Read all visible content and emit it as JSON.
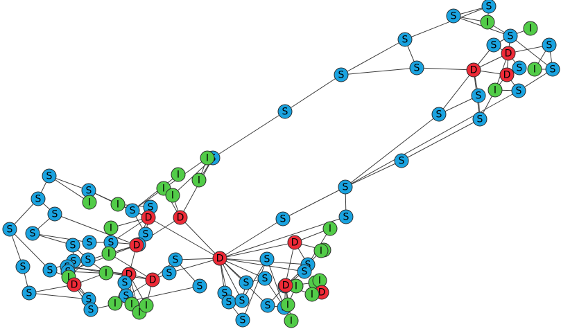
{
  "legend_colors": {
    "S": "#1aa3e0",
    "I": "#52cc48",
    "D": "#ee2a37"
  },
  "nodes": [
    {
      "id": "s_tr1",
      "label": "S"
    },
    {
      "id": "s_tr2",
      "label": "S"
    },
    {
      "id": "i_tr1",
      "label": "I"
    },
    {
      "id": "s_tr3",
      "label": "S"
    },
    {
      "id": "i_tr2",
      "label": "I"
    },
    {
      "id": "s_tr4",
      "label": "S"
    },
    {
      "id": "d_tr1",
      "label": "D"
    },
    {
      "id": "s_tr5",
      "label": "S"
    },
    {
      "id": "d_tr2",
      "label": "D"
    },
    {
      "id": "d_tr3",
      "label": "D"
    },
    {
      "id": "i_tr3",
      "label": "I"
    },
    {
      "id": "s_tr6",
      "label": "S"
    },
    {
      "id": "s_tr7",
      "label": "S"
    },
    {
      "id": "i_tr4",
      "label": "I"
    },
    {
      "id": "s_tr8",
      "label": "S"
    },
    {
      "id": "s_tr9",
      "label": "S"
    },
    {
      "id": "s_tr10",
      "label": "S"
    },
    {
      "id": "s_tr11",
      "label": "S"
    },
    {
      "id": "s_tr12",
      "label": "S"
    },
    {
      "id": "s_tr13",
      "label": "S"
    },
    {
      "id": "s_mid1",
      "label": "S"
    },
    {
      "id": "s_mid2",
      "label": "S"
    },
    {
      "id": "s_mid3",
      "label": "S"
    },
    {
      "id": "s_mid4",
      "label": "S"
    },
    {
      "id": "s_mid5",
      "label": "S"
    },
    {
      "id": "s_mid6",
      "label": "S"
    },
    {
      "id": "s_mid7",
      "label": "S"
    },
    {
      "id": "i_l1",
      "label": "I"
    },
    {
      "id": "i_l2",
      "label": "I"
    },
    {
      "id": "i_l3",
      "label": "I"
    },
    {
      "id": "i_l4",
      "label": "I"
    },
    {
      "id": "i_l5",
      "label": "I"
    },
    {
      "id": "s_l1",
      "label": "S"
    },
    {
      "id": "s_l2",
      "label": "S"
    },
    {
      "id": "s_l3",
      "label": "S"
    },
    {
      "id": "i_l6",
      "label": "I"
    },
    {
      "id": "i_l7",
      "label": "I"
    },
    {
      "id": "s_l4",
      "label": "S"
    },
    {
      "id": "s_l5",
      "label": "S"
    },
    {
      "id": "s_l6",
      "label": "S"
    },
    {
      "id": "d_l1",
      "label": "D"
    },
    {
      "id": "d_l2",
      "label": "D"
    },
    {
      "id": "s_l7",
      "label": "S"
    },
    {
      "id": "s_l8",
      "label": "S"
    },
    {
      "id": "s_l9",
      "label": "S"
    },
    {
      "id": "i_l8",
      "label": "I"
    },
    {
      "id": "s_l10",
      "label": "S"
    },
    {
      "id": "s_l11",
      "label": "S"
    },
    {
      "id": "s_l12",
      "label": "S"
    },
    {
      "id": "s_l13",
      "label": "S"
    },
    {
      "id": "d_l3",
      "label": "D"
    },
    {
      "id": "s_l14",
      "label": "S"
    },
    {
      "id": "s_l15",
      "label": "S"
    },
    {
      "id": "s_l16",
      "label": "S"
    },
    {
      "id": "s_l17",
      "label": "S"
    },
    {
      "id": "i_l9",
      "label": "I"
    },
    {
      "id": "s_l18",
      "label": "S"
    },
    {
      "id": "s_l19",
      "label": "S"
    },
    {
      "id": "i_l10",
      "label": "I"
    },
    {
      "id": "d_l4",
      "label": "D"
    },
    {
      "id": "s_l20",
      "label": "S"
    },
    {
      "id": "s_l21",
      "label": "S"
    },
    {
      "id": "i_l11",
      "label": "I"
    },
    {
      "id": "d_l5",
      "label": "D"
    },
    {
      "id": "d_l6",
      "label": "D"
    },
    {
      "id": "s_l22",
      "label": "S"
    },
    {
      "id": "s_l23",
      "label": "S"
    },
    {
      "id": "i_l12",
      "label": "I"
    },
    {
      "id": "i_l13",
      "label": "I"
    },
    {
      "id": "i_l14",
      "label": "I"
    },
    {
      "id": "i_l15",
      "label": "I"
    },
    {
      "id": "s_l24",
      "label": "S"
    },
    {
      "id": "s_l25",
      "label": "S"
    },
    {
      "id": "s_l26",
      "label": "S"
    },
    {
      "id": "s_l27",
      "label": "S"
    },
    {
      "id": "d_hub",
      "label": "D"
    },
    {
      "id": "s_c1",
      "label": "S"
    },
    {
      "id": "s_c2",
      "label": "S"
    },
    {
      "id": "s_c3",
      "label": "S"
    },
    {
      "id": "s_c4",
      "label": "S"
    },
    {
      "id": "s_c5",
      "label": "S"
    },
    {
      "id": "s_c6",
      "label": "S"
    },
    {
      "id": "s_c7",
      "label": "S"
    },
    {
      "id": "s_c8",
      "label": "S"
    },
    {
      "id": "s_c9",
      "label": "S"
    },
    {
      "id": "d_r1",
      "label": "D"
    },
    {
      "id": "i_r1",
      "label": "I"
    },
    {
      "id": "i_r2",
      "label": "I"
    },
    {
      "id": "i_r3",
      "label": "I"
    },
    {
      "id": "s_r1",
      "label": "S"
    },
    {
      "id": "s_r2",
      "label": "S"
    },
    {
      "id": "s_r3",
      "label": "S"
    },
    {
      "id": "i_r4",
      "label": "I"
    },
    {
      "id": "i_r5",
      "label": "I"
    },
    {
      "id": "d_r2",
      "label": "D"
    },
    {
      "id": "i_r6",
      "label": "I"
    },
    {
      "id": "i_r7",
      "label": "I"
    },
    {
      "id": "d_r3",
      "label": "D"
    },
    {
      "id": "i_r8",
      "label": "I"
    },
    {
      "id": "i_r9",
      "label": "I"
    }
  ],
  "edges": [
    [
      "s_tr1",
      "s_tr2"
    ],
    [
      "s_tr1",
      "i_tr1"
    ],
    [
      "s_tr1",
      "s_tr11"
    ],
    [
      "s_tr2",
      "i_tr1"
    ],
    [
      "s_tr2",
      "s_tr3"
    ],
    [
      "i_tr1",
      "s_tr3"
    ],
    [
      "s_tr3",
      "i_tr2"
    ],
    [
      "s_tr3",
      "s_tr4"
    ],
    [
      "s_tr3",
      "d_tr1"
    ],
    [
      "s_tr3",
      "s_tr6"
    ],
    [
      "s_tr4",
      "d_tr1"
    ],
    [
      "s_tr4",
      "d_tr2"
    ],
    [
      "d_tr1",
      "d_tr2"
    ],
    [
      "d_tr1",
      "d_tr3"
    ],
    [
      "d_tr1",
      "s_tr5"
    ],
    [
      "d_tr1",
      "i_tr3"
    ],
    [
      "d_tr1",
      "s_tr7"
    ],
    [
      "s_tr5",
      "s_tr6"
    ],
    [
      "s_tr5",
      "i_tr4"
    ],
    [
      "s_tr6",
      "i_tr4"
    ],
    [
      "s_tr6",
      "s_tr8"
    ],
    [
      "d_tr2",
      "d_tr3"
    ],
    [
      "d_tr2",
      "s_tr12"
    ],
    [
      "d_tr2",
      "s_tr10"
    ],
    [
      "d_tr2",
      "s_tr9"
    ],
    [
      "d_tr2",
      "s_tr13"
    ],
    [
      "d_tr3",
      "i_tr3"
    ],
    [
      "d_tr3",
      "s_tr8"
    ],
    [
      "i_tr3",
      "s_tr8"
    ],
    [
      "s_tr9",
      "s_tr10"
    ],
    [
      "s_tr9",
      "s_tr13"
    ],
    [
      "s_tr10",
      "i_tr3"
    ],
    [
      "s_tr10",
      "s_mid4"
    ],
    [
      "s_tr11",
      "s_mid1"
    ],
    [
      "s_tr11",
      "s_tr12"
    ],
    [
      "s_tr12",
      "s_mid1"
    ],
    [
      "s_tr13",
      "s_mid5"
    ],
    [
      "s_tr8",
      "s_mid5"
    ],
    [
      "s_mid1",
      "s_mid2"
    ],
    [
      "s_mid2",
      "s_mid3"
    ],
    [
      "s_mid3",
      "i_l3"
    ],
    [
      "s_mid3",
      "d_l2"
    ],
    [
      "s_mid3",
      "i_l5"
    ],
    [
      "s_mid4",
      "s_mid5"
    ],
    [
      "s_mid5",
      "s_mid6"
    ],
    [
      "s_mid5",
      "s_mid7"
    ],
    [
      "s_mid6",
      "d_hub"
    ],
    [
      "s_mid7",
      "d_hub"
    ],
    [
      "i_l1",
      "s_l3"
    ],
    [
      "i_l2",
      "s_l3"
    ],
    [
      "i_l3",
      "i_l2"
    ],
    [
      "i_l4",
      "d_l2"
    ],
    [
      "i_l5",
      "d_l2"
    ],
    [
      "s_l1",
      "s_l2"
    ],
    [
      "s_l1",
      "i_l6"
    ],
    [
      "s_l1",
      "s_l4"
    ],
    [
      "s_l2",
      "s_l3"
    ],
    [
      "s_l2",
      "i_l6"
    ],
    [
      "s_l2",
      "i_l7"
    ],
    [
      "s_l3",
      "d_l1"
    ],
    [
      "s_l3",
      "s_l7"
    ],
    [
      "i_l7",
      "s_l6"
    ],
    [
      "i_l7",
      "d_l1"
    ],
    [
      "s_l4",
      "s_l5"
    ],
    [
      "s_l4",
      "s_l9"
    ],
    [
      "s_l5",
      "s_l8"
    ],
    [
      "s_l5",
      "d_l3"
    ],
    [
      "s_l6",
      "d_l1"
    ],
    [
      "s_l6",
      "s_l7"
    ],
    [
      "d_l1",
      "d_l3"
    ],
    [
      "d_l1",
      "d_hub"
    ],
    [
      "d_l1",
      "s_l12"
    ],
    [
      "d_l1",
      "i_l8"
    ],
    [
      "d_l2",
      "d_l3"
    ],
    [
      "d_l2",
      "d_hub"
    ],
    [
      "s_l7",
      "d_l3"
    ],
    [
      "s_l8",
      "s_l11"
    ],
    [
      "s_l8",
      "s_l10"
    ],
    [
      "s_l9",
      "s_l14"
    ],
    [
      "s_l9",
      "s_l15"
    ],
    [
      "s_l10",
      "s_l16"
    ],
    [
      "s_l10",
      "s_l17"
    ],
    [
      "s_l11",
      "s_l12"
    ],
    [
      "s_l12",
      "s_l13"
    ],
    [
      "s_l13",
      "d_l3"
    ],
    [
      "s_l13",
      "s_l18"
    ],
    [
      "d_l3",
      "i_l9"
    ],
    [
      "d_l3",
      "d_l4"
    ],
    [
      "d_l3",
      "s_l19"
    ],
    [
      "s_l14",
      "s_l20"
    ],
    [
      "s_l15",
      "s_l16"
    ],
    [
      "s_l15",
      "i_l10"
    ],
    [
      "s_l16",
      "d_l5"
    ],
    [
      "s_l17",
      "i_l10"
    ],
    [
      "s_l17",
      "i_l11"
    ],
    [
      "s_l18",
      "d_l4"
    ],
    [
      "s_l18",
      "d_l6"
    ],
    [
      "s_l19",
      "d_l4"
    ],
    [
      "s_l19",
      "s_l21"
    ],
    [
      "i_l9",
      "d_l6"
    ],
    [
      "d_l4",
      "d_l6"
    ],
    [
      "d_l4",
      "s_l22"
    ],
    [
      "d_l4",
      "s_l23"
    ],
    [
      "d_l4",
      "i_l13"
    ],
    [
      "d_l4",
      "i_l14"
    ],
    [
      "d_l4",
      "i_l15"
    ],
    [
      "i_l11",
      "d_l5"
    ],
    [
      "d_l5",
      "s_l20"
    ],
    [
      "d_l5",
      "s_l21"
    ],
    [
      "d_l5",
      "s_l24"
    ],
    [
      "d_l6",
      "i_l12"
    ],
    [
      "d_l6",
      "i_l15"
    ],
    [
      "d_l6",
      "s_l25"
    ],
    [
      "d_l6",
      "s_l26"
    ],
    [
      "s_l20",
      "s_l21"
    ],
    [
      "s_l21",
      "s_l24"
    ],
    [
      "s_l22",
      "i_l12"
    ],
    [
      "s_l23",
      "i_l13"
    ],
    [
      "s_l24",
      "s_l27"
    ],
    [
      "s_l25",
      "d_hub"
    ],
    [
      "s_l26",
      "s_l27"
    ],
    [
      "s_l26",
      "d_hub"
    ],
    [
      "d_hub",
      "s_c1"
    ],
    [
      "d_hub",
      "s_c2"
    ],
    [
      "d_hub",
      "s_c3"
    ],
    [
      "d_hub",
      "s_c4"
    ],
    [
      "d_hub",
      "s_c5"
    ],
    [
      "d_hub",
      "s_c6"
    ],
    [
      "d_hub",
      "d_r1"
    ],
    [
      "d_hub",
      "s_r1"
    ],
    [
      "d_hub",
      "s_r2"
    ],
    [
      "s_c1",
      "s_c2"
    ],
    [
      "s_c2",
      "s_c7"
    ],
    [
      "s_c3",
      "s_c4"
    ],
    [
      "s_c3",
      "s_c8"
    ],
    [
      "s_c4",
      "s_c5"
    ],
    [
      "s_c5",
      "s_c9"
    ],
    [
      "s_c6",
      "d_r3"
    ],
    [
      "s_c7",
      "s_c8"
    ],
    [
      "s_c8",
      "s_c9"
    ],
    [
      "s_c9",
      "d_r3"
    ],
    [
      "s_c6",
      "s_c9"
    ],
    [
      "d_r1",
      "i_r1"
    ],
    [
      "d_r1",
      "i_r2"
    ],
    [
      "d_r1",
      "s_r1"
    ],
    [
      "d_r1",
      "s_r3"
    ],
    [
      "i_r1",
      "i_r3"
    ],
    [
      "i_r2",
      "s_r1"
    ],
    [
      "i_r3",
      "s_r1"
    ],
    [
      "s_r1",
      "s_r3"
    ],
    [
      "s_r1",
      "d_r3"
    ],
    [
      "s_r2",
      "d_r3"
    ],
    [
      "s_r3",
      "i_r4"
    ],
    [
      "s_r3",
      "d_r3"
    ],
    [
      "i_r4",
      "i_r5"
    ],
    [
      "i_r5",
      "d_r2"
    ],
    [
      "d_r2",
      "i_r6"
    ],
    [
      "d_r3",
      "i_r6"
    ],
    [
      "d_r3",
      "i_r7"
    ],
    [
      "d_r3",
      "i_r8"
    ],
    [
      "d_r3",
      "i_r9"
    ],
    [
      "i_r7",
      "i_r8"
    ]
  ]
}
